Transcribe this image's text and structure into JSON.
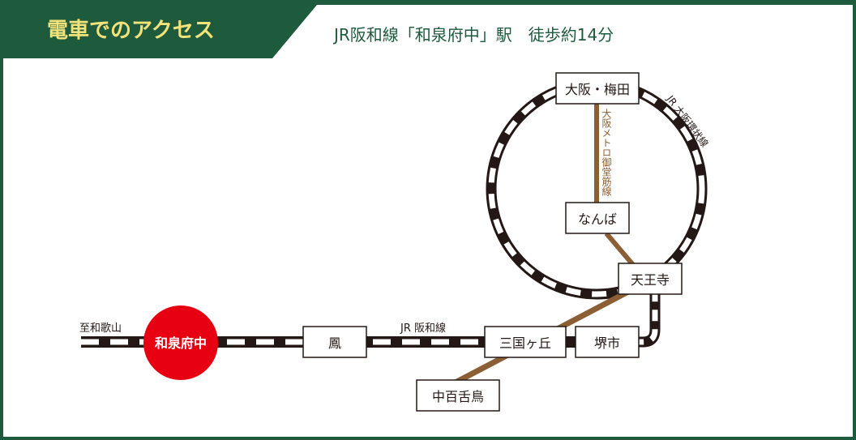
{
  "header": {
    "title": "電車でのアクセス",
    "subtitle": "JR阪和線「和泉府中」駅　徒歩約14分"
  },
  "colors": {
    "frame": "#1e5a3c",
    "title_text": "#f2e27a",
    "rail_dark": "#231815",
    "metro": "#8b5e34",
    "highlight_station": "#e60012"
  },
  "stations": {
    "osaka_umeda": "大阪・梅田",
    "namba": "なんば",
    "tennoji": "天王寺",
    "mikunigaoka": "三国ヶ丘",
    "sakai": "堺市",
    "otori": "鳳",
    "nakamozu": "中百舌鳥",
    "izumifuchu": "和泉府中"
  },
  "lines": {
    "loop_label": "JR 大阪環状線",
    "metro_label": "大阪メトロ御堂筋線",
    "hanwa_label": "JR 阪和線",
    "wakayama_label": "至和歌山"
  }
}
